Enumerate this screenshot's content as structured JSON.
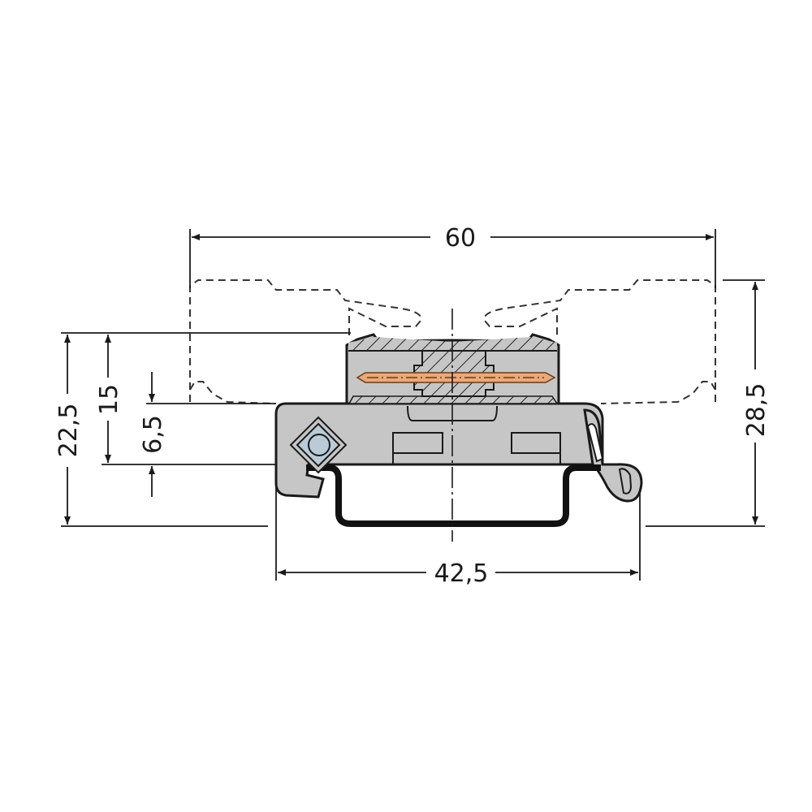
{
  "drawing": {
    "dimensions": {
      "overall_width": "60",
      "base_width": "42,5",
      "overall_height": "28,5",
      "height_above_rail": "22,5",
      "height_15": "15",
      "rail_depth": "6,5"
    },
    "colors": {
      "housing": "#c6c6c6",
      "rail": "#111111",
      "pin": "#e9a979",
      "screw": "#b9cbd6",
      "line": "#1a1a1a"
    }
  }
}
